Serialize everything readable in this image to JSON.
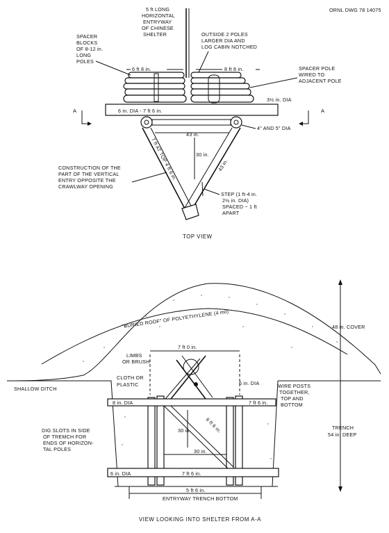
{
  "drawing_number": "ORNL DWG 78 14075",
  "top_view": {
    "caption": "TOP VIEW",
    "section_left": "A",
    "section_right": "A",
    "labels": {
      "spacer_blocks": [
        "SPACER",
        "BLOCKS",
        "OF 8-12 in.",
        "LONG",
        "POLES"
      ],
      "horizontal_entryway": [
        "5 ft LONG",
        "HORIZONTAL",
        "ENTRYWAY",
        "OF CHINESE",
        "SHELTER"
      ],
      "outside_poles": [
        "OUTSIDE 2 POLES",
        "LARGER DIA AND",
        "LOG CABIN NOTCHED"
      ],
      "spacer_pole": [
        "SPACER POLE",
        "WIRED TO",
        "ADJACENT POLE"
      ],
      "left_length": "6 ft 8 in.",
      "right_length": "8 ft 8 in.",
      "dia_small": "3½ in. DIA",
      "main_pole": "6 in. DIA - 7 ft 6 in.",
      "rollers": "4\" AND 5\" DIA",
      "span_43_top": "43 in.",
      "span_30": "30 in.",
      "span_43_right": "43 in.",
      "left_leg": "7 ft AT TOP 4 ft 6 in.",
      "construction": [
        "CONSTRUCTION OF THE",
        "PART OF THE VERTICAL",
        "ENTRY OPPOSITE THE",
        "CRAWLWAY OPENING"
      ],
      "step": [
        "STEP (1 ft-4 in.",
        "2½ in. DIA)",
        "SPACED ~ 1 ft",
        "APART"
      ]
    }
  },
  "section_view": {
    "caption": "VIEW LOOKING INTO SHELTER FROM A-A",
    "labels": {
      "roof": "\"BURIED ROOF\" OF POLYETHYLENE (4 mil)",
      "cover": "48 in. COVER",
      "top_span": "7 ft 0 in.",
      "limbs": [
        "LIMBS",
        "OR BRUSH"
      ],
      "cloth": [
        "CLOTH OR",
        "PLASTIC"
      ],
      "shallow_ditch": "SHALLOW DITCH",
      "dia_6_right": "6 in. DIA",
      "wire_posts": [
        "WIRE POSTS",
        "TOGETHER,",
        "TOP AND",
        "BOTTOM"
      ],
      "dia_8_left": "8 in. DIA",
      "len_7ft6_right": "7 ft 6 in.",
      "post_6ft": "6 ft 6 in.",
      "height_30_top": "30 in.",
      "width_30": "30 in.",
      "dig_slots": [
        "DIG SLOTS IN SIDE",
        "OF TREMCH FOR",
        "ENDS OF HORIZON-",
        "TAL POLES"
      ],
      "trench": [
        "TRENCH",
        "54 in. DEEP"
      ],
      "bottom_left": "6 in. DIA",
      "bottom_right": "7 ft 6 in.",
      "bottom_width": "5 ft 6 in.",
      "bottom_caption": "ENTRYWAY TRENCH BOTTOM"
    }
  }
}
